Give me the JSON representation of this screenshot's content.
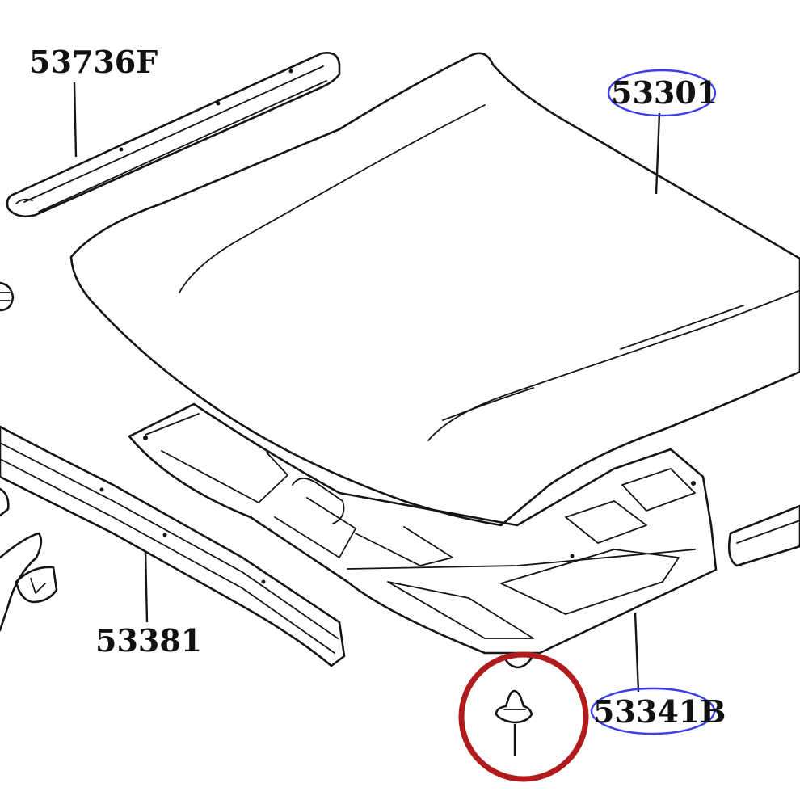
{
  "diagram": {
    "part_labels": {
      "rail_top": "53736F",
      "hood": "53301",
      "seal_left": "53381",
      "insulator_pad": "53341B"
    },
    "highlighted_labels": [
      "hood",
      "insulator_pad"
    ],
    "colors": {
      "line": "#151515",
      "label_highlight": "#3b3bf0",
      "marker_circle": "#b01c1c",
      "background": "#ffffff"
    },
    "marked_part": "hood-clip"
  }
}
